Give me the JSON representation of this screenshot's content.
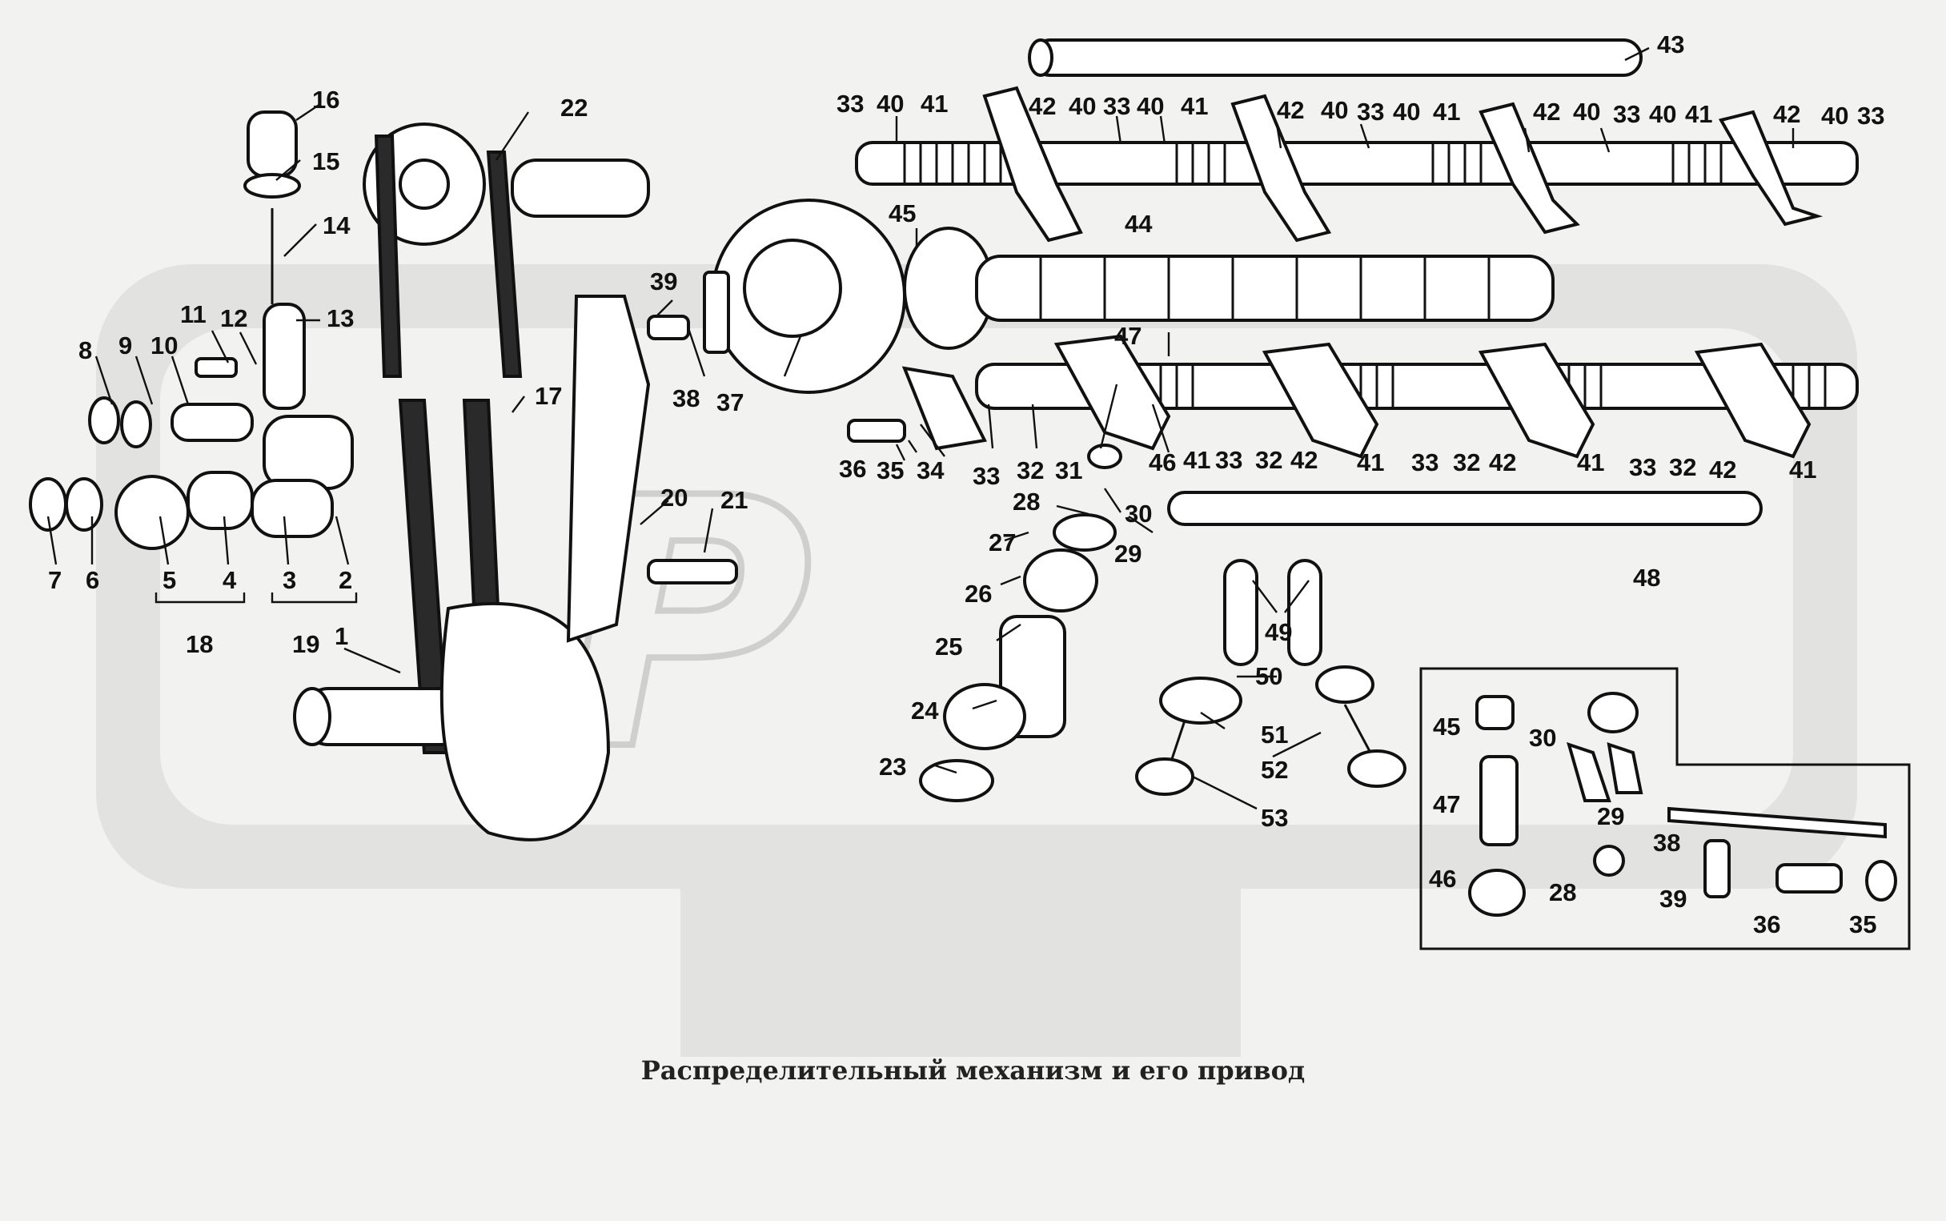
{
  "caption": "Распределительный механизм и его привод",
  "callouts": [
    "1",
    "2",
    "3",
    "4",
    "5",
    "6",
    "7",
    "8",
    "9",
    "10",
    "11",
    "12",
    "13",
    "14",
    "15",
    "16",
    "17",
    "18",
    "19",
    "20",
    "21",
    "22",
    "23",
    "24",
    "25",
    "26",
    "27",
    "28",
    "29",
    "30",
    "31",
    "32",
    "33",
    "34",
    "35",
    "36",
    "37",
    "38",
    "39",
    "40",
    "41",
    "42",
    "43",
    "44",
    "45",
    "46",
    "47",
    "48",
    "49",
    "50",
    "51",
    "52",
    "53"
  ],
  "labels": {
    "l43": "43",
    "l33a": "33",
    "l40a": "40",
    "l41a": "41",
    "l42a": "42",
    "l40b": "40",
    "l33b": "33",
    "l40c": "40",
    "l41b": "41",
    "l42b": "42",
    "l40d": "40",
    "l33c": "33",
    "l40e": "40",
    "l41c": "41",
    "l42c": "42",
    "l40f": "40",
    "l33d": "33",
    "l40g": "40",
    "l41d": "41",
    "l42d": "42",
    "l40h": "40",
    "l33e": "33",
    "l16": "16",
    "l15": "15",
    "l14": "14",
    "l13": "13",
    "l22": "22",
    "l11": "11",
    "l12": "12",
    "l8": "8",
    "l9": "9",
    "l10": "10",
    "l7": "7",
    "l6": "6",
    "l5": "5",
    "l4": "4",
    "l3": "3",
    "l2": "2",
    "l18": "18",
    "l19": "19",
    "l1": "1",
    "l17": "17",
    "l20": "20",
    "l21": "21",
    "l39": "39",
    "l38": "38",
    "l37": "37",
    "l45": "45",
    "l44": "44",
    "l47": "47",
    "l36": "36",
    "l35": "35",
    "l34": "34",
    "l33f": "33",
    "l32a": "32",
    "l31": "31",
    "l46": "46",
    "l41e": "41",
    "l33g": "33",
    "l32b": "32",
    "l42e": "42",
    "l41f": "41",
    "l33h": "33",
    "l32c": "32",
    "l42f": "42",
    "l41g": "41",
    "l33i": "33",
    "l32d": "32",
    "l42g": "42",
    "l41h": "41",
    "l28": "28",
    "l30": "30",
    "l27": "27",
    "l29": "29",
    "l26": "26",
    "l25": "25",
    "l24": "24",
    "l23": "23",
    "l48": "48",
    "l49": "49",
    "l50": "50",
    "l51": "51",
    "l52": "52",
    "l53": "53",
    "i45": "45",
    "i30": "30",
    "i29": "29",
    "i47": "47",
    "i38": "38",
    "i46": "46",
    "i28": "28",
    "i39": "39",
    "i36": "36",
    "i35": "35"
  }
}
